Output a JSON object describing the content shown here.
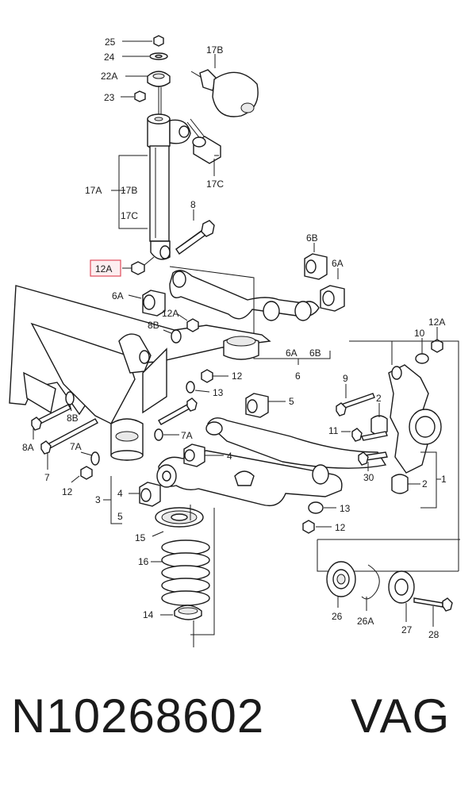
{
  "highlight": {
    "label": "12A",
    "color": "#e04a5a",
    "fill": "#fdeef0"
  },
  "labels": {
    "l25": "25",
    "l24": "24",
    "l22A": "22A",
    "l23": "23",
    "l17B_top": "17B",
    "l17A": "17A",
    "l17B": "17B",
    "l17C": "17C",
    "l17C_right": "17C",
    "l8_top": "8",
    "l6A_left": "6A",
    "l6B_top": "6B",
    "l6A_top": "6A",
    "l12A_mid": "12A",
    "l8B_mid": "8B",
    "l6A_bot": "6A",
    "l6B_bot": "6B",
    "l6": "6",
    "l10": "10",
    "l12A_right": "12A",
    "l12_mid": "12",
    "l9": "9",
    "l2_top": "2",
    "l13_mid": "13",
    "l5": "5",
    "l8B_low": "8B",
    "l11": "11",
    "l7A_mid": "7A",
    "l8A": "8A",
    "l7A_left": "7A",
    "l4_mid": "4",
    "l7": "7",
    "l12_left": "12",
    "l30": "30",
    "l2_low": "2",
    "l1": "1",
    "l3": "3",
    "l4_low": "4",
    "l5_low": "5",
    "l13_right": "13",
    "l12_right": "12",
    "l15": "15",
    "l16": "16",
    "l14": "14",
    "l26": "26",
    "l26A": "26A",
    "l27": "27",
    "l28": "28"
  },
  "caption": {
    "part_number": "N10268602",
    "brand": "VAG"
  }
}
